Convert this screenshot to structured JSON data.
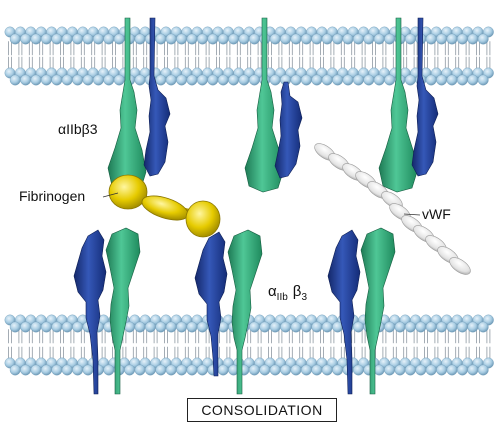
{
  "labels": {
    "integrin_top": "αIIbβ3",
    "fibrinogen": "Fibrinogen",
    "vwf": "vWF",
    "integrin_bottom_alpha": "α",
    "integrin_bottom_alpha_sub": "IIb",
    "integrin_bottom_beta": "β",
    "integrin_bottom_beta_sub": "3",
    "caption": "CONSOLIDATION"
  },
  "colors": {
    "bead": "#9fc6dd",
    "bead_dark": "#6f9bb8",
    "tail": "#8e98a2",
    "alpha_subunit": "#2fa876",
    "beta_subunit": "#1f3f96",
    "fibrinogen": "#e3c800",
    "vwf": "#e1e1e1"
  },
  "icons": {
    "membrane": "lipid-bilayer",
    "integrin": "integrin-receptor",
    "fibrinogen": "fibrinogen-molecule",
    "vwf": "vwf-multimer"
  }
}
